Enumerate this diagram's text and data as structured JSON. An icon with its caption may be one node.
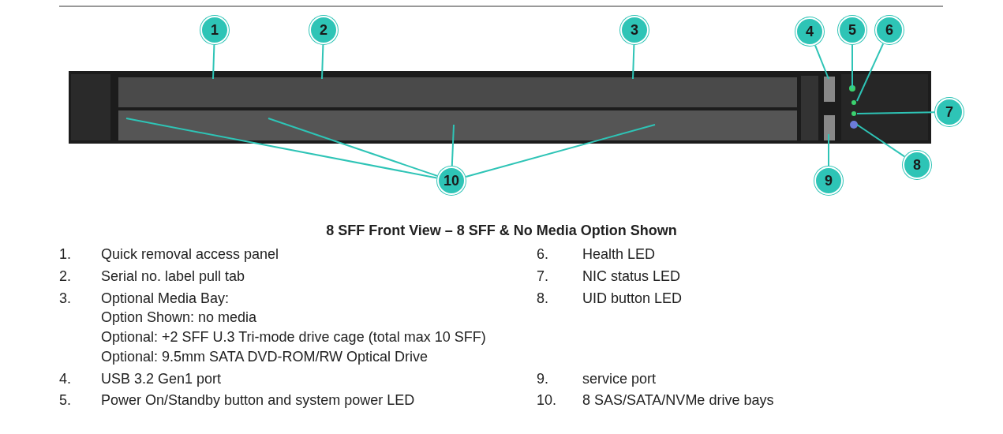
{
  "diagram": {
    "title": "8 SFF Front View – 8 SFF & No Media Option Shown",
    "nodes": [
      {
        "text": [
          "1"
        ]
      },
      {
        "text": [
          "2"
        ]
      },
      {
        "text": [
          "3"
        ]
      },
      {
        "text": [
          "4"
        ]
      },
      {
        "text": [
          "5"
        ]
      },
      {
        "text": [
          "6"
        ]
      },
      {
        "text": [
          "7"
        ]
      },
      {
        "text": [
          "8"
        ]
      },
      {
        "text": [
          "9"
        ]
      },
      {
        "text": [
          "10"
        ]
      },
      {
        "text": [],
        "shape": "picture"
      }
    ],
    "edges": [
      {
        "from": 0,
        "to": 10,
        "arrow": "none"
      },
      {
        "from": 1,
        "to": 10,
        "arrow": "none"
      },
      {
        "from": 2,
        "to": 10,
        "arrow": "none"
      },
      {
        "from": 3,
        "to": 10,
        "arrow": "none"
      },
      {
        "from": 4,
        "to": 10,
        "arrow": "none"
      },
      {
        "from": 5,
        "to": 10,
        "arrow": "none"
      },
      {
        "from": 6,
        "to": 10,
        "arrow": "none"
      },
      {
        "from": 7,
        "to": 10,
        "arrow": "none"
      },
      {
        "from": 8,
        "to": 10,
        "arrow": "none"
      },
      {
        "from": 9,
        "to": 10,
        "arrow": "none"
      },
      {
        "from": 9,
        "to": 10,
        "arrow": "none"
      },
      {
        "from": 9,
        "to": 10,
        "arrow": "none"
      },
      {
        "from": 9,
        "to": 10,
        "arrow": "none"
      }
    ],
    "labels": [
      "1.",
      "Quick removal access panel",
      "6.",
      "Health LED",
      "2.",
      "Serial no. label pull tab",
      "7.",
      "NIC status LED",
      "3.",
      "Optional Media Bay:",
      "8.",
      "UID button LED",
      "Option Shown: no media",
      "Optional: +2 SFF U.3 Tri-mode drive cage (total max 10 SFF)",
      "Optional: 9.5mm SATA DVD-ROM/RW Optical Drive",
      "4.",
      "USB 3.2 Gen1 port",
      "9.",
      "service port",
      "5.",
      "Power On/Standby button and system power LED",
      "10.",
      "8 SAS/SATA/NVMe drive bays"
    ]
  }
}
